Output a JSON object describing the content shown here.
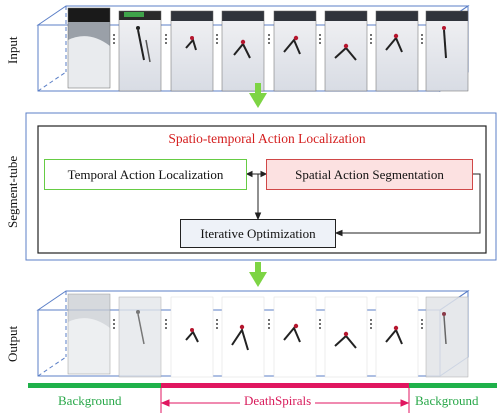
{
  "rows": {
    "input": "Input",
    "segment_tube": "Segment-tube",
    "output": "Output"
  },
  "framework": {
    "title": "Spatio-temporal Action Localization",
    "temporal": "Temporal Action Localization",
    "spatial": "Spatial Action Segmentation",
    "iterative": "Iterative Optimization"
  },
  "timeline": {
    "background_left": "Background",
    "action": "DeathSpirals",
    "background_right": "Background"
  },
  "colors": {
    "tube_edge": "#5b7fc7",
    "arrow_green": "#7dd444",
    "title_red": "#d41e1e",
    "background_green": "#1fb14a",
    "action_magenta": "#e01660"
  }
}
